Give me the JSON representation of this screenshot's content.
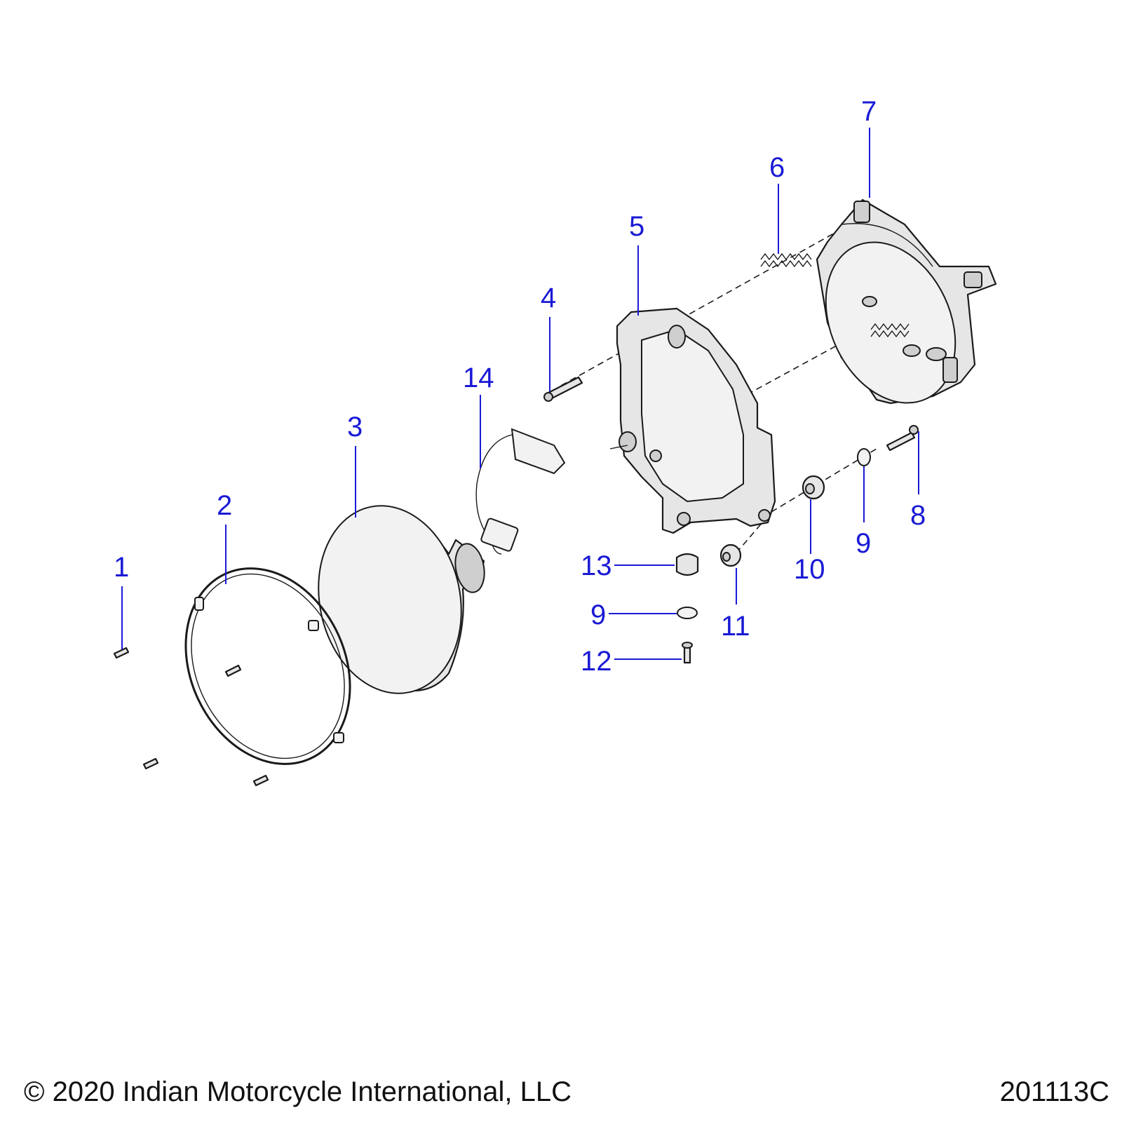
{
  "callouts": {
    "c1": "1",
    "c2": "2",
    "c3": "3",
    "c4": "4",
    "c5": "5",
    "c6": "6",
    "c7": "7",
    "c8": "8",
    "c9a": "9",
    "c10": "10",
    "c11": "11",
    "c9b": "9",
    "c12": "12",
    "c13": "13",
    "c14": "14"
  },
  "footer": {
    "copyright": "© 2020 Indian Motorcycle International, LLC",
    "drawing_number": "201113C"
  },
  "colors": {
    "callout": "#1a1ad6",
    "line": "#1a1a1a",
    "part_fill": "#e6e6e6"
  }
}
